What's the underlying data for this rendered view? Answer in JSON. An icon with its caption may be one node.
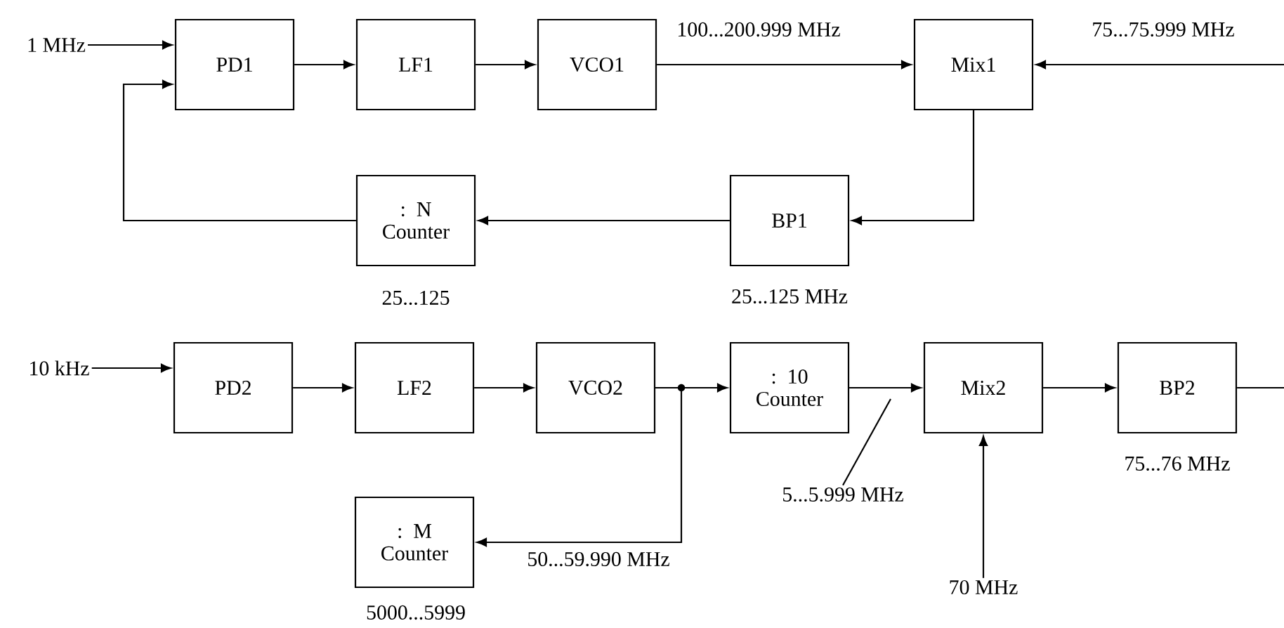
{
  "diagram": {
    "nodes": [
      {
        "text": [
          "1 MHz"
        ]
      },
      {
        "text": [
          "PD1"
        ]
      },
      {
        "text": [
          "LF1"
        ]
      },
      {
        "text": [
          "VCO1"
        ]
      },
      {
        "text": [
          "Mix1"
        ]
      },
      {
        "text": [
          ": N Counter"
        ],
        "beside": [
          "25...125"
        ]
      },
      {
        "text": [
          "BP1"
        ],
        "beside": [
          "25...125 MHz"
        ]
      },
      {
        "text": [
          "10 kHz"
        ]
      },
      {
        "text": [
          "PD2"
        ]
      },
      {
        "text": [
          "LF2"
        ]
      },
      {
        "text": [
          "VCO2"
        ]
      },
      {
        "text": [
          ": 10 Counter"
        ]
      },
      {
        "text": [
          "Mix2"
        ]
      },
      {
        "text": [
          "BP2"
        ],
        "beside": [
          "75...76 MHz"
        ]
      },
      {
        "text": [
          "5...5.999 MHz"
        ]
      },
      {
        "text": [
          ": M Counter"
        ],
        "beside": [
          "5000...5999"
        ]
      },
      {
        "text": [
          "70 MHz"
        ]
      }
    ],
    "edges": [
      {
        "from": 0,
        "to": 1,
        "arrow": "to"
      },
      {
        "from": 1,
        "to": 2,
        "arrow": "to"
      },
      {
        "from": 2,
        "to": 3,
        "arrow": "to"
      },
      {
        "from": 3,
        "to": 4,
        "arrow": "to",
        "label": "100...200.999 MHz"
      },
      {
        "from": null,
        "to": 4,
        "arrow": "to",
        "label": "75...75.999 MHz"
      },
      {
        "from": 4,
        "to": 6,
        "arrow": "to"
      },
      {
        "from": 6,
        "to": 5,
        "arrow": "to"
      },
      {
        "from": 5,
        "to": 1,
        "arrow": "to"
      },
      {
        "from": 7,
        "to": 8,
        "arrow": "to"
      },
      {
        "from": 8,
        "to": 9,
        "arrow": "to"
      },
      {
        "from": 9,
        "to": 10,
        "arrow": "to"
      },
      {
        "from": 10,
        "to": 11,
        "arrow": "to"
      },
      {
        "from": 10,
        "to": 15,
        "arrow": "to",
        "label": "50...59.990 MHz"
      },
      {
        "from": 11,
        "to": 12,
        "arrow": "to"
      },
      {
        "from": 16,
        "to": 12,
        "arrow": "to"
      },
      {
        "from": 12,
        "to": 13,
        "arrow": "to"
      },
      {
        "from": 13,
        "to": null,
        "arrow": "none"
      },
      {
        "from": 14,
        "to": null,
        "arrow": "none"
      }
    ]
  }
}
